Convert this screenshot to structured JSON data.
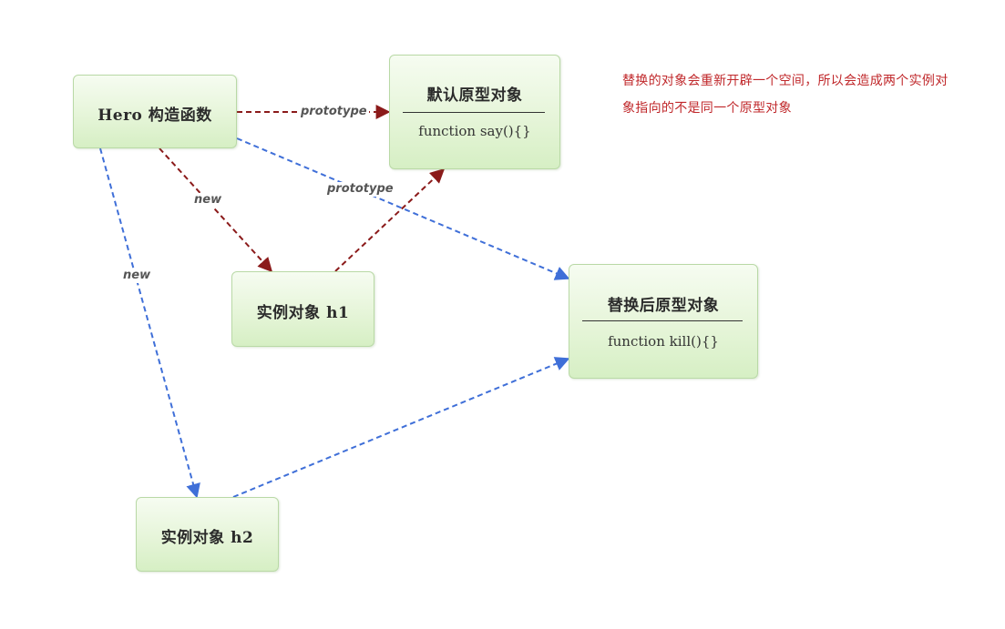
{
  "nodes": {
    "hero": {
      "title": "Hero 构造函数"
    },
    "default_proto": {
      "title": "默认原型对象",
      "method": "function say(){}"
    },
    "replaced_proto": {
      "title": "替换后原型对象",
      "method": "function kill(){}"
    },
    "h1": {
      "title": "实例对象  h1"
    },
    "h2": {
      "title": "实例对象  h2"
    }
  },
  "edges": {
    "hero_default_proto": "prototype",
    "hero_replaced_proto": "prototype",
    "hero_h1": "new",
    "hero_h2": "new"
  },
  "note": {
    "line1": "替换的对象会重新开辟一个空间，所以会造成两个实例对",
    "line2": "象指向的不是同一个原型对象"
  },
  "colors": {
    "old_link": "#8b1a1a",
    "new_link": "#3f6fd8",
    "note": "#c0282b",
    "node_fill": "#e6f5d9",
    "node_border": "#b9d9a6"
  }
}
